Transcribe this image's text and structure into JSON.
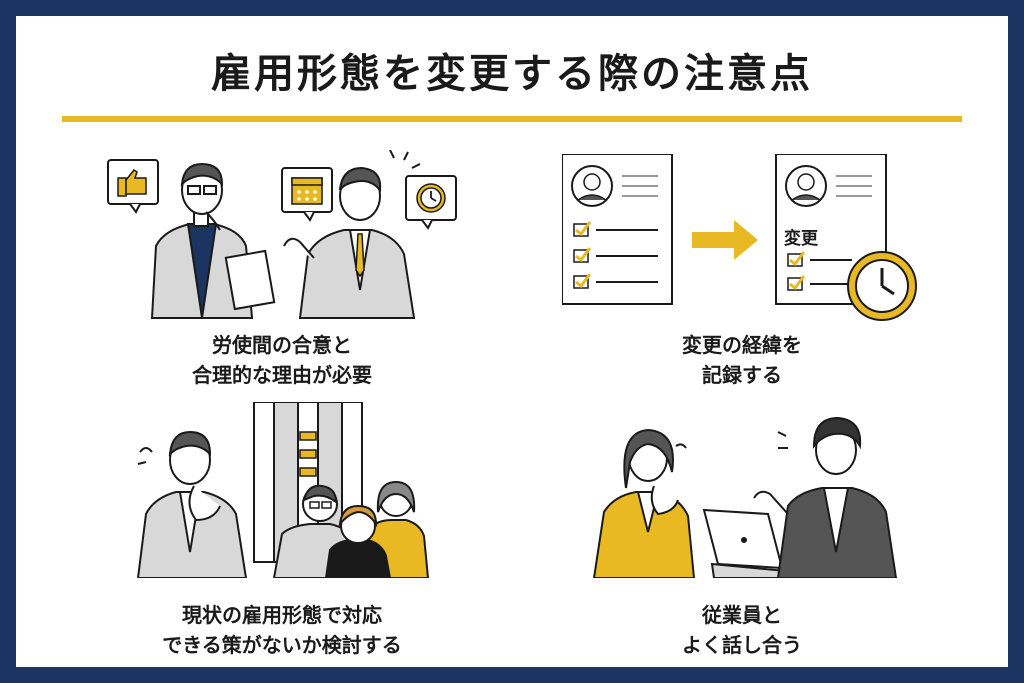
{
  "title": "雇用形態を変更する際の注意点",
  "colors": {
    "frame": "#1b3461",
    "accent": "#e8b923",
    "ink": "#1a1a1a",
    "gray": "#cfcfcf"
  },
  "items": [
    {
      "line1": "労使間の合意と",
      "line2": "合理的な理由が必要"
    },
    {
      "line1": "変更の経緯を",
      "line2": "記録する",
      "doc_label": "変更"
    },
    {
      "line1": "現状の雇用形態で対応",
      "line2": "できる策がないか検討する"
    },
    {
      "line1": "従業員と",
      "line2": "よく話し合う"
    }
  ]
}
